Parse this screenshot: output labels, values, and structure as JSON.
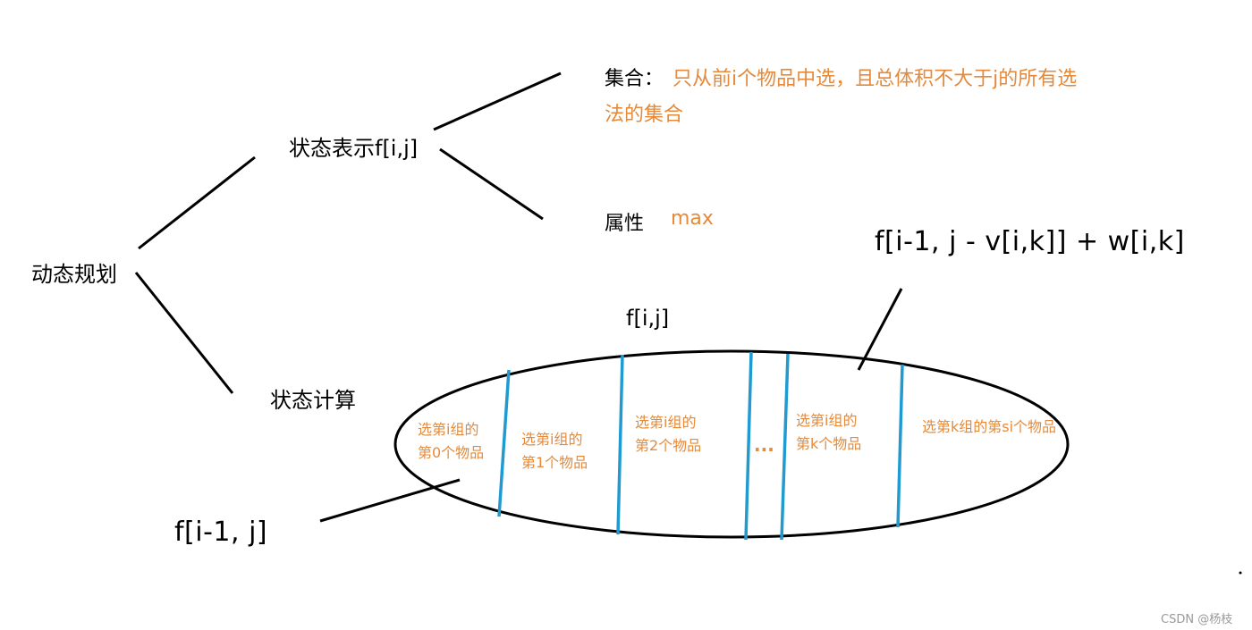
{
  "tree": {
    "root": "动态规划",
    "state_repr": "状态表示f[i,j]",
    "set_label": "集合：",
    "set_desc_line1": "只从前i个物品中选，且总体积不大于j的所有选",
    "set_desc_line2": "法的集合",
    "attr_label": "属性",
    "attr_value": "max",
    "state_calc": "状态计算"
  },
  "ellipse": {
    "title": "f[i,j]",
    "sections": [
      {
        "line1": "选第i组的",
        "line2": "第0个物品"
      },
      {
        "line1": "选第i组的",
        "line2": "第1个物品"
      },
      {
        "line1": "选第i组的",
        "line2": "第2个物品"
      },
      {
        "line1": "...",
        "line2": ""
      },
      {
        "line1": "选第i组的",
        "line2": "第k个物品"
      },
      {
        "line1": "选第k组的第si个物品",
        "line2": ""
      }
    ]
  },
  "formulas": {
    "left": "f[i-1, j]",
    "right": "f[i-1, j - v[i,k]] + w[i,k]"
  },
  "watermark": "CSDN @杨枝",
  "colors": {
    "accent": "#e58a3a",
    "divider": "#1f9bd1",
    "ink": "#000000"
  }
}
